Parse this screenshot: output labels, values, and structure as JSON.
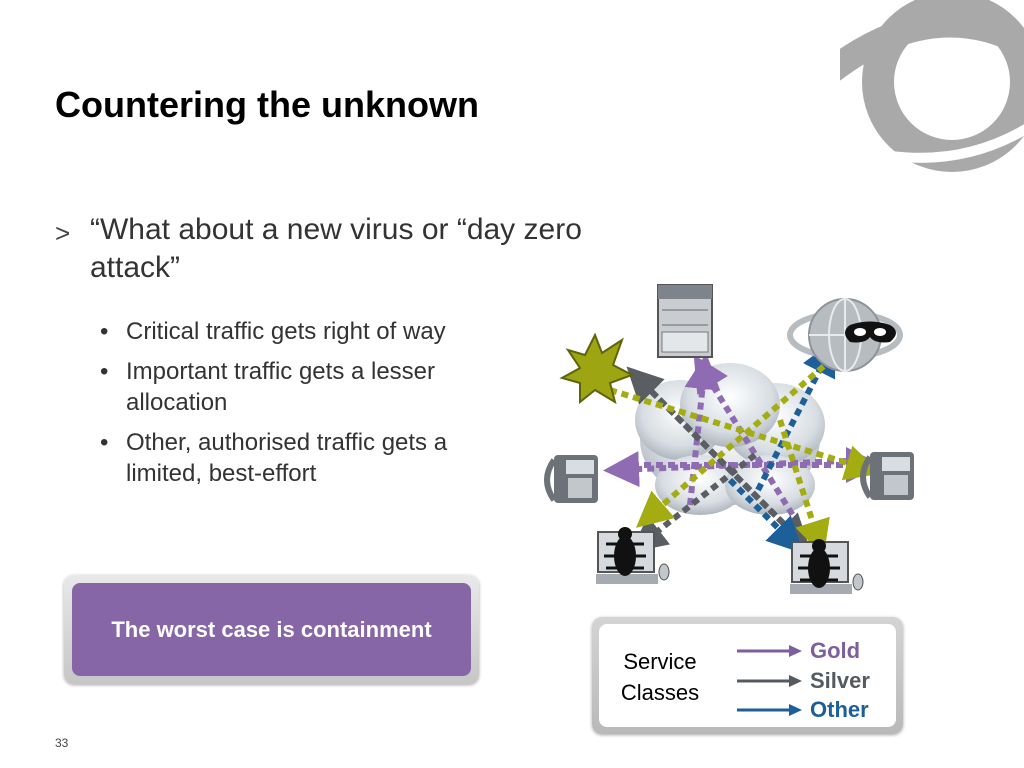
{
  "slide": {
    "title": "Countering the unknown",
    "bullet_marker": ">",
    "main_bullet": "“What about a new virus or “day zero attack”",
    "sub_bullets": [
      "Critical traffic gets right of way",
      "Important traffic gets a lesser allocation",
      "Other, authorised traffic gets a limited, best-effort"
    ],
    "callout": "The worst case is containment",
    "page_number": "33"
  },
  "legend": {
    "title": "Service Classes",
    "items": [
      {
        "label": "Gold",
        "color": "#7b5fa0"
      },
      {
        "label": "Silver",
        "color": "#555a5f"
      },
      {
        "label": "Other",
        "color": "#1d5f99"
      }
    ]
  },
  "colors": {
    "gold_flow": "#8e6bb3",
    "silver_flow": "#5a5e63",
    "other_flow": "#1d5f99",
    "threat_flow": "#a3ad12",
    "callout_fill": "#8766a8",
    "logo": "#a9a9a9"
  },
  "icons": [
    "logo-icon",
    "server-icon",
    "globe-icon",
    "mask-icon",
    "explosion-icon",
    "phone-icon",
    "bug-icon",
    "computer-icon",
    "cloud-icon"
  ]
}
